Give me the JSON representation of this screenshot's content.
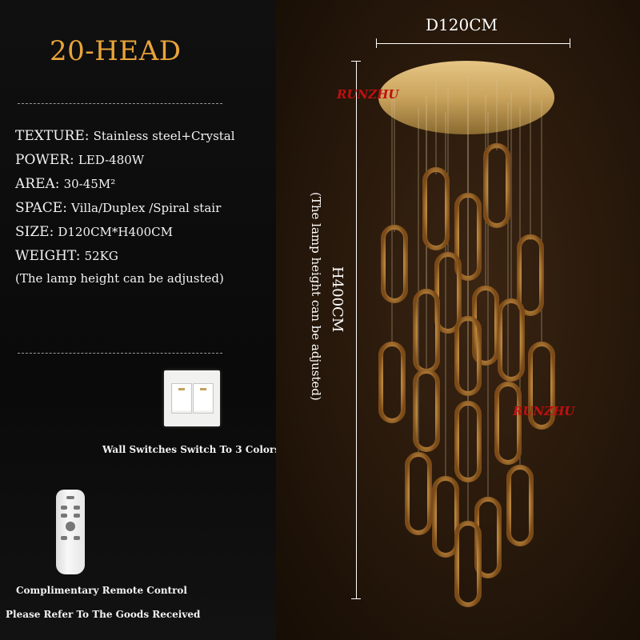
{
  "title": "20-HEAD",
  "specs": [
    {
      "key": "TEXTURE:",
      "value": "Stainless steel+Crystal"
    },
    {
      "key": "POWER:",
      "value": "LED-480W"
    },
    {
      "key": "AREA:",
      "value": "30-45M²"
    },
    {
      "key": "SPACE:",
      "value": "Villa/Duplex /Spiral stair"
    },
    {
      "key": "SIZE:",
      "value": "D120CM*H400CM"
    },
    {
      "key": "WEIGHT:",
      "value": "52KG"
    }
  ],
  "note": "(The lamp height can be adjusted)",
  "wall_switch_caption": "Wall Switches Switch To 3 Colors",
  "remote_caption": "Complimentary Remote Control",
  "goods_caption": "Please Refer To The Goods Received",
  "diameter_label": "D120CM",
  "height_label": "H400CM",
  "height_note": "(The lamp height can be adjusted)",
  "brand": "RUNZHU",
  "colors": {
    "accent": "#e9a43a",
    "brand": "#c01010",
    "gold": "#c9a35c"
  },
  "icons": {
    "switch": "wall-switch-icon",
    "remote": "remote-control-icon",
    "lamp": "chandelier-image"
  }
}
